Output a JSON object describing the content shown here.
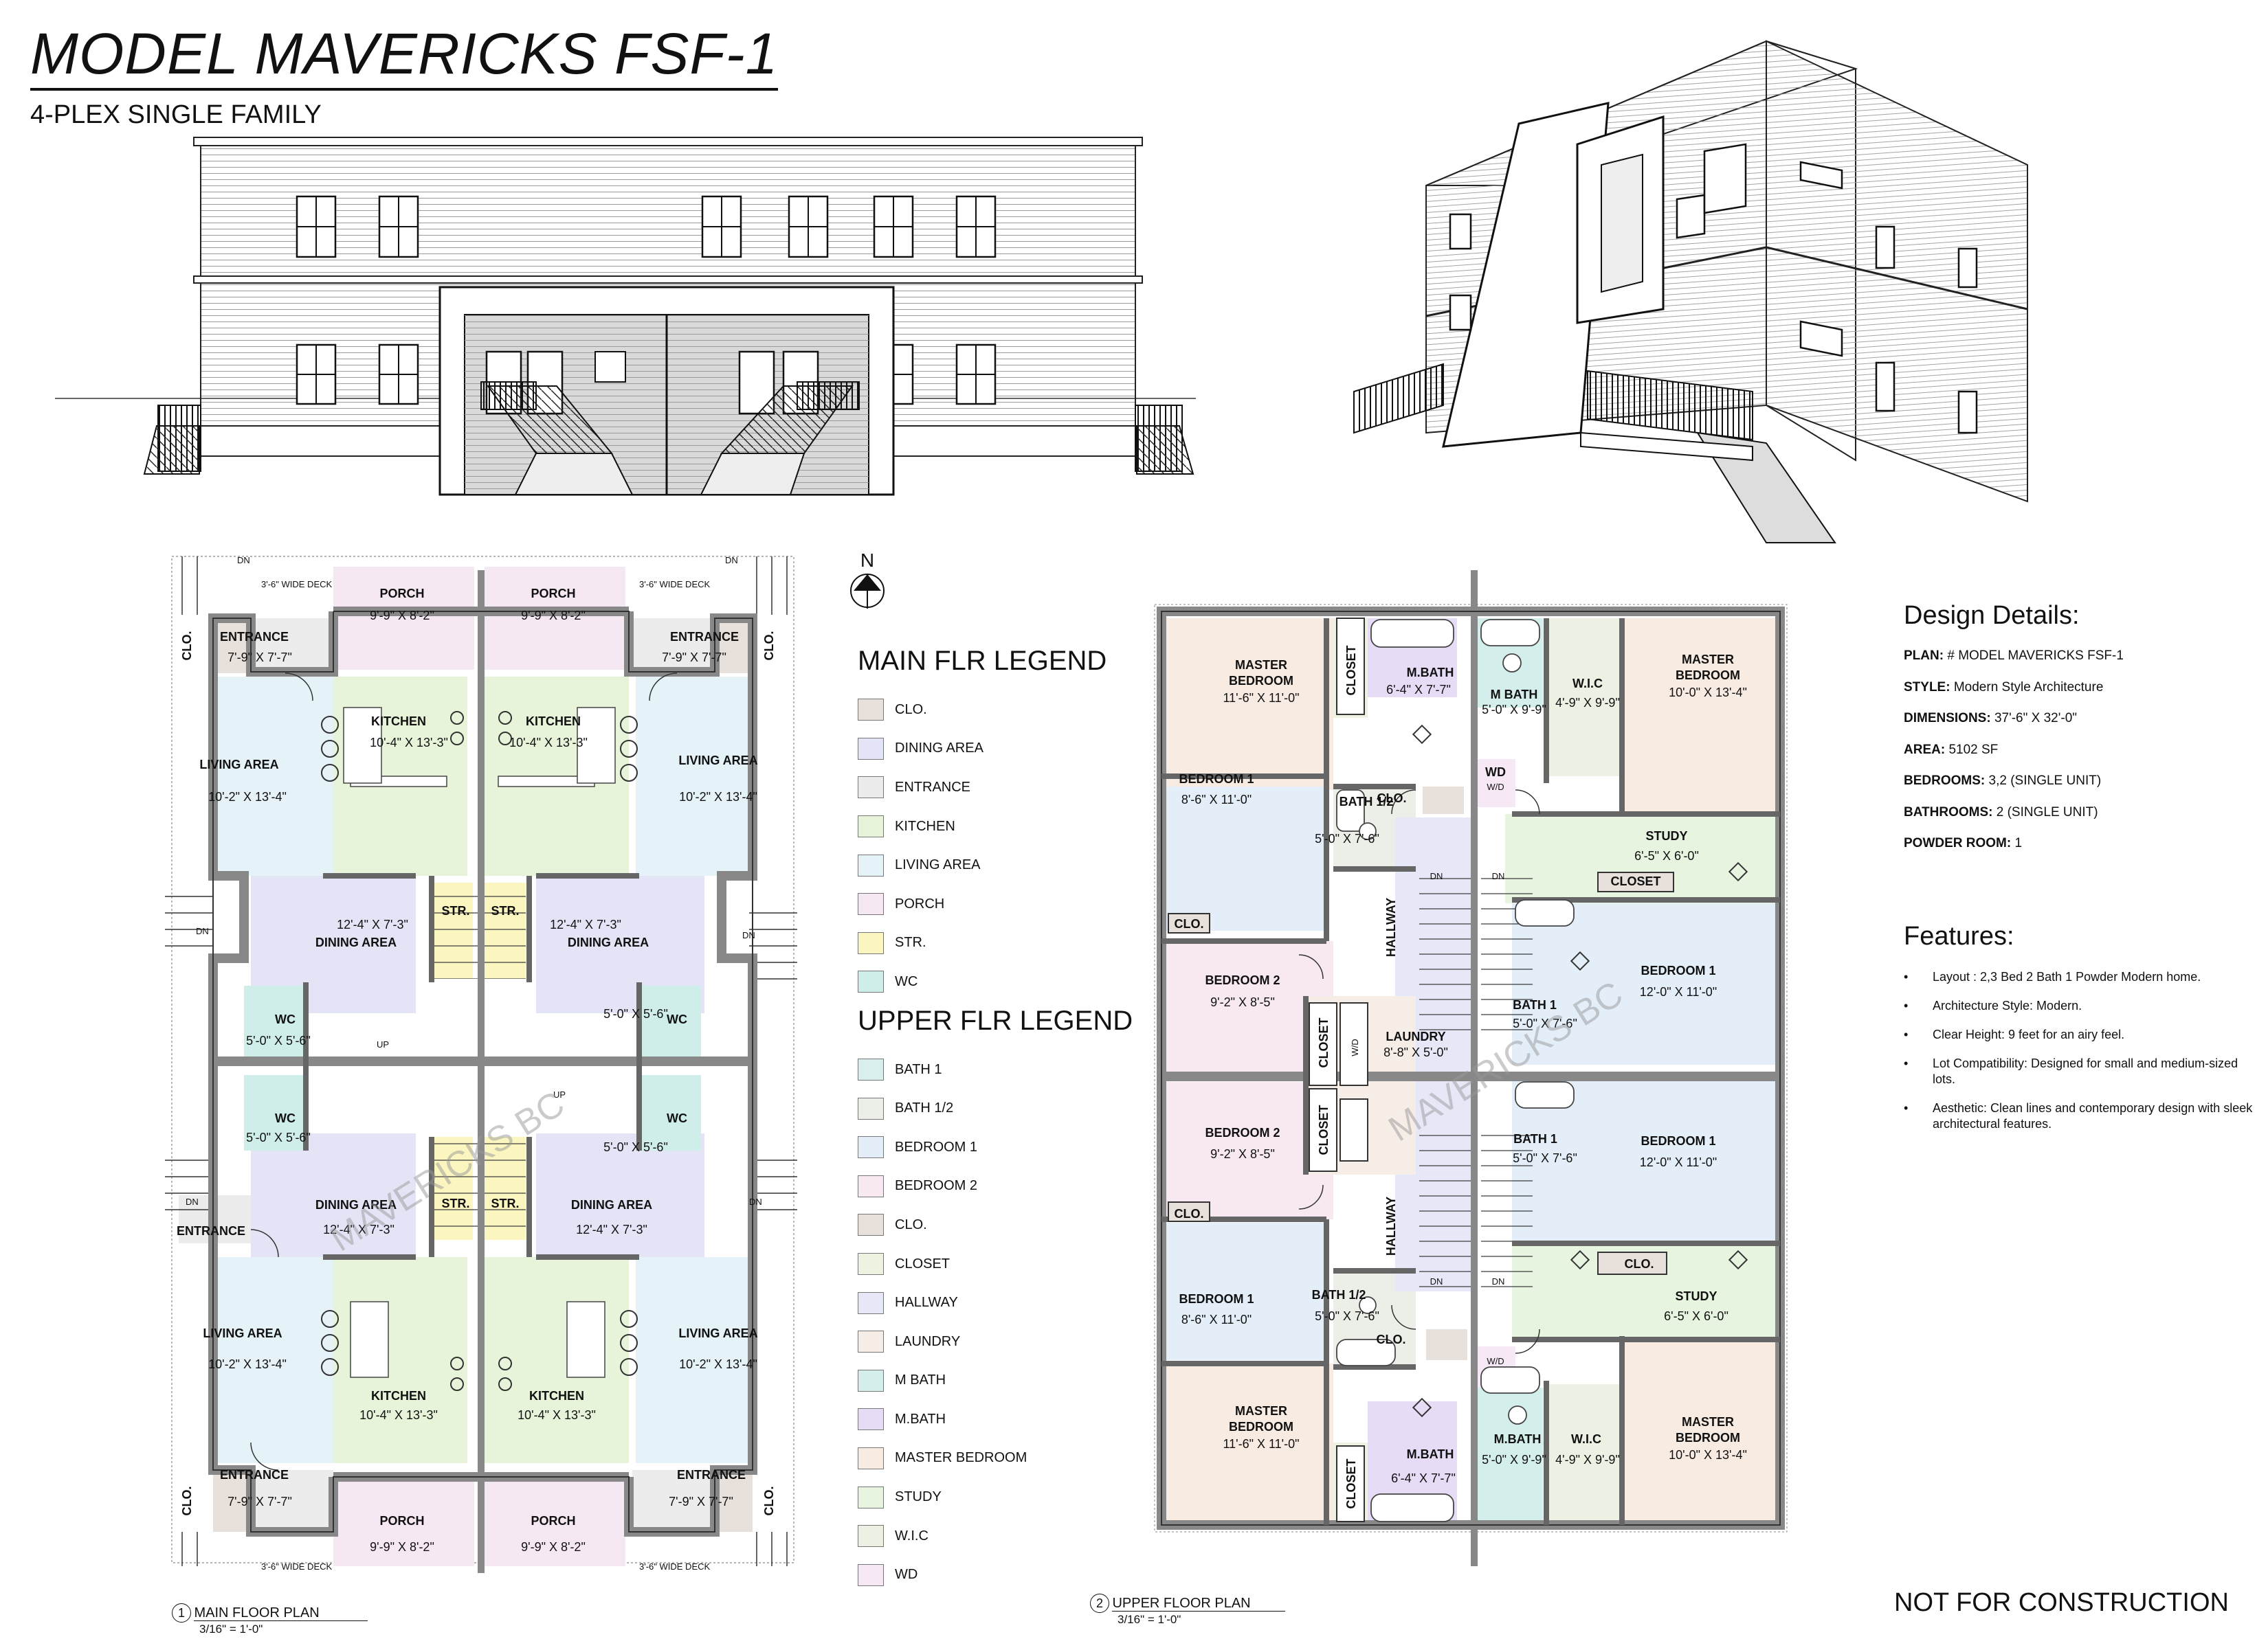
{
  "title": "MODEL MAVERICKS FSF-1",
  "subtitle": "4-PLEX SINGLE FAMILY",
  "north": "N",
  "legend": {
    "main_heading": "MAIN FLR LEGEND",
    "upper_heading": "UPPER FLR LEGEND",
    "main_items": [
      {
        "label": "CLO.",
        "color": "#e8e1db"
      },
      {
        "label": "DINING AREA",
        "color": "#e4e4f7"
      },
      {
        "label": "ENTRANCE",
        "color": "#ececec"
      },
      {
        "label": "KITCHEN",
        "color": "#e7f4d9"
      },
      {
        "label": "LIVING AREA",
        "color": "#e5f3f8"
      },
      {
        "label": "PORCH",
        "color": "#f6e8f3"
      },
      {
        "label": "STR.",
        "color": "#fbf6bf"
      },
      {
        "label": "WC",
        "color": "#cfeeea"
      }
    ],
    "upper_items": [
      {
        "label": "BATH 1",
        "color": "#d8efee"
      },
      {
        "label": "BATH 1/2",
        "color": "#ecefe7"
      },
      {
        "label": "BEDROOM 1",
        "color": "#e3eef9"
      },
      {
        "label": "BEDROOM 2",
        "color": "#f7e8f2"
      },
      {
        "label": "CLO.",
        "color": "#e8e1db"
      },
      {
        "label": "CLOSET",
        "color": "#eef3e1"
      },
      {
        "label": "HALLWAY",
        "color": "#e6e8f8"
      },
      {
        "label": "LAUNDRY",
        "color": "#f7ede7"
      },
      {
        "label": "M BATH",
        "color": "#d4eeec"
      },
      {
        "label": "M.BATH",
        "color": "#e7dcf5"
      },
      {
        "label": "MASTER BEDROOM",
        "color": "#f8ebe2"
      },
      {
        "label": "STUDY",
        "color": "#e7f4e0"
      },
      {
        "label": "W.I.C",
        "color": "#edf1e3"
      },
      {
        "label": "WD",
        "color": "#f6e8f4"
      }
    ]
  },
  "design": {
    "heading": "Design Details:",
    "rows": [
      {
        "key": "PLAN:",
        "value": "# MODEL MAVERICKS FSF-1"
      },
      {
        "key": "STYLE:",
        "value": "Modern Style Architecture"
      },
      {
        "key": "DIMENSIONS:",
        "value": "37'-6\" X 32'-0\""
      },
      {
        "key": "AREA:",
        "value": "5102  SF"
      },
      {
        "key": "BEDROOMS:",
        "value": "3,2 (SINGLE UNIT)"
      },
      {
        "key": "BATHROOMS:",
        "value": "2 (SINGLE UNIT)"
      },
      {
        "key": "POWDER ROOM:",
        "value": "1"
      }
    ]
  },
  "features": {
    "heading": "Features:",
    "bullet": "•",
    "items": [
      "Layout : 2,3 Bed 2 Bath 1 Powder Modern home.",
      "Architecture Style: Modern.",
      "Clear Height: 9 feet for an airy feel.",
      "Lot Compatibility: Designed for small and medium-sized lots.",
      "Aesthetic: Clean lines and contemporary design with sleek architectural features."
    ]
  },
  "not_for_construction": "NOT FOR CONSTRUCTION",
  "watermark": "MAVERICKS BC",
  "main_plan": {
    "number": "1",
    "caption": "MAIN FLOOR PLAN",
    "scale": "3/16\" = 1'-0\"",
    "deck_label": "3'-6\" WIDE DECK",
    "dn": "DN",
    "up": "UP",
    "rooms": {
      "porch": "PORCH",
      "porch_dim": "9'-9\" X 8'-2\"",
      "entrance": "ENTRANCE",
      "entrance_dim": "7'-9\" X 7'-7\"",
      "clo": "CLO.",
      "kitchen": "KITCHEN",
      "kitchen_dim": "10'-4\" X 13'-3\"",
      "living": "LIVING AREA",
      "living_dim": "10'-2\" X 13'-4\"",
      "dining": "DINING AREA",
      "dining_dim": "12'-4\" X 7'-3\"",
      "str": "STR.",
      "wc": "WC",
      "wc_dim": "5'-0\" X 5'-6\""
    }
  },
  "upper_plan": {
    "number": "2",
    "caption": "UPPER FLOOR PLAN",
    "scale": "3/16\" = 1'-0\"",
    "dn": "DN",
    "rooms": {
      "master": "MASTER",
      "bedroom": "BEDROOM",
      "master_left_dim": "11'-6\" X 11'-0\"",
      "master_right_dim": "10'-0\" X 13'-4\"",
      "closet": "CLOSET",
      "mbath": "M.BATH",
      "mbath_left_dim": "6'-4\" X 7'-7\"",
      "mbath2": "M BATH",
      "mbath_right_dim": "5'-0\" X 9'-9\"",
      "wic": "W.I.C",
      "wic_dim": "4'-9\" X 9'-9\"",
      "wd": "WD",
      "wd_small": "W/D",
      "bed1": "BEDROOM 1",
      "bed1_left_dim": "8'-6\" X 11'-0\"",
      "bed1_right_dim": "12'-0\" X 11'-0\"",
      "bath_half": "BATH 1/2",
      "bath_half_dim": "5'-0\" X 7'-6\"",
      "clo": "CLO.",
      "study": "STUDY",
      "study_dim": "6'-5\" X 6'-0\"",
      "hallway": "HALLWAY",
      "bed2": "BEDROOM 2",
      "bed2_dim": "9'-2\" X 8'-5\"",
      "bath1": "BATH 1",
      "bath1_dim": "5'-0\" X 7'-6\"",
      "laundry": "LAUNDRY",
      "laundry_dim": "8'-8\" X 5'-0\""
    }
  }
}
